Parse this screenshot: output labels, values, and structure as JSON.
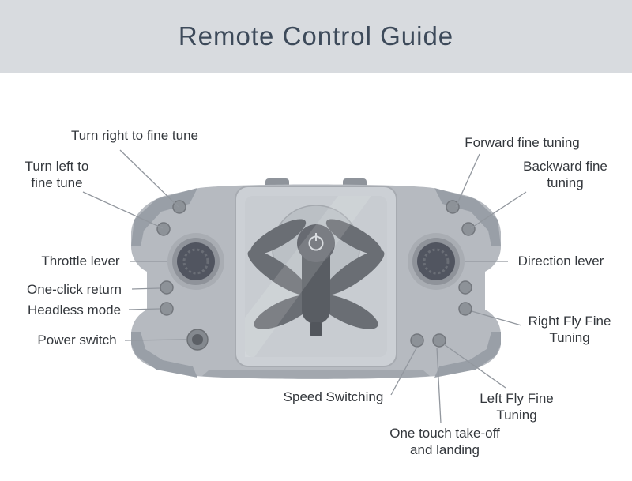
{
  "header": {
    "title": "Remote Control Guide"
  },
  "colors": {
    "header_bg": "#d8dbdf",
    "title_text": "#3d4a5a",
    "label_text": "#33373c",
    "leader_line": "#92979e",
    "controller_body": "#b6bac0",
    "controller_dark_facet": "#999fa7",
    "window_gray": "#c2c7cc",
    "stick_knob": "#515560"
  },
  "labels": {
    "turn_right": "Turn right to fine tune",
    "turn_left": "Turn left to fine tune",
    "forward": "Forward fine tuning",
    "backward": "Backward fine tuning",
    "throttle": "Throttle lever",
    "one_click_return": "One-click return",
    "headless_mode": "Headless mode",
    "power_switch": "Power switch",
    "direction": "Direction lever",
    "right_fly": "Right Fly Fine Tuning",
    "left_fly": "Left Fly Fine Tuning",
    "speed_switching": "Speed Switching",
    "one_touch": "One touch take-off and landing"
  }
}
